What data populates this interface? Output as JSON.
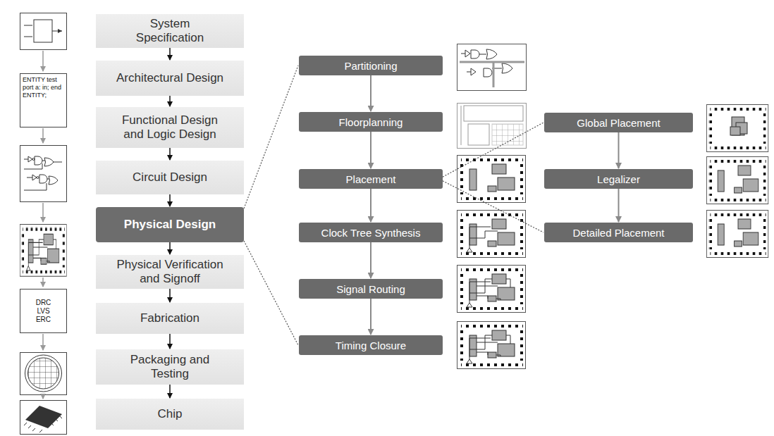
{
  "diagram": {
    "nodes": [
      {
        "text": [
          "System Specification"
        ]
      },
      {
        "text": [
          "Architectural Design"
        ]
      },
      {
        "text": [
          "Functional Design and Logic Design"
        ]
      },
      {
        "text": [
          "Circuit Design"
        ]
      },
      {
        "text": [
          "Physical Design"
        ]
      },
      {
        "text": [
          "Physical Verification and Signoff"
        ]
      },
      {
        "text": [
          "Fabrication"
        ]
      },
      {
        "text": [
          "Packaging and Testing"
        ]
      },
      {
        "text": [
          "Chip"
        ]
      },
      {
        "text": [
          "ENTITY test port a: in; end ENTITY;"
        ]
      },
      {
        "text": [
          "DRC LVS ERC"
        ]
      },
      {
        "text": [
          "Partitioning"
        ]
      },
      {
        "text": [
          "Floorplanning"
        ]
      },
      {
        "text": [
          "Placement"
        ]
      },
      {
        "text": [
          "Clock Tree Synthesis"
        ]
      },
      {
        "text": [
          "Signal Routing"
        ]
      },
      {
        "text": [
          "Timing Closure"
        ]
      },
      {
        "text": [
          "Global Placement"
        ]
      },
      {
        "text": [
          "Legalizer"
        ]
      },
      {
        "text": [
          "Detailed Placement"
        ]
      }
    ],
    "edges": [
      {
        "from": 0,
        "to": 1,
        "arrow": "to"
      },
      {
        "from": 1,
        "to": 2,
        "arrow": "to"
      },
      {
        "from": 2,
        "to": 3,
        "arrow": "to"
      },
      {
        "from": 3,
        "to": 4,
        "arrow": "to"
      },
      {
        "from": 4,
        "to": 5,
        "arrow": "to"
      },
      {
        "from": 5,
        "to": 6,
        "arrow": "to"
      },
      {
        "from": 6,
        "to": 7,
        "arrow": "to"
      },
      {
        "from": 7,
        "to": 8,
        "arrow": "to"
      },
      {
        "from": 11,
        "to": 12,
        "arrow": "to"
      },
      {
        "from": 12,
        "to": 13,
        "arrow": "to"
      },
      {
        "from": 13,
        "to": 14,
        "arrow": "to"
      },
      {
        "from": 14,
        "to": 15,
        "arrow": "to"
      },
      {
        "from": 15,
        "to": 16,
        "arrow": "to"
      },
      {
        "from": 17,
        "to": 18,
        "arrow": "to"
      },
      {
        "from": 18,
        "to": 19,
        "arrow": "to"
      },
      {
        "from": 4,
        "to": 11,
        "arrow": "none"
      },
      {
        "from": 4,
        "to": 16,
        "arrow": "none"
      },
      {
        "from": 13,
        "to": 17,
        "arrow": "none"
      },
      {
        "from": 13,
        "to": 19,
        "arrow": "none"
      }
    ]
  }
}
